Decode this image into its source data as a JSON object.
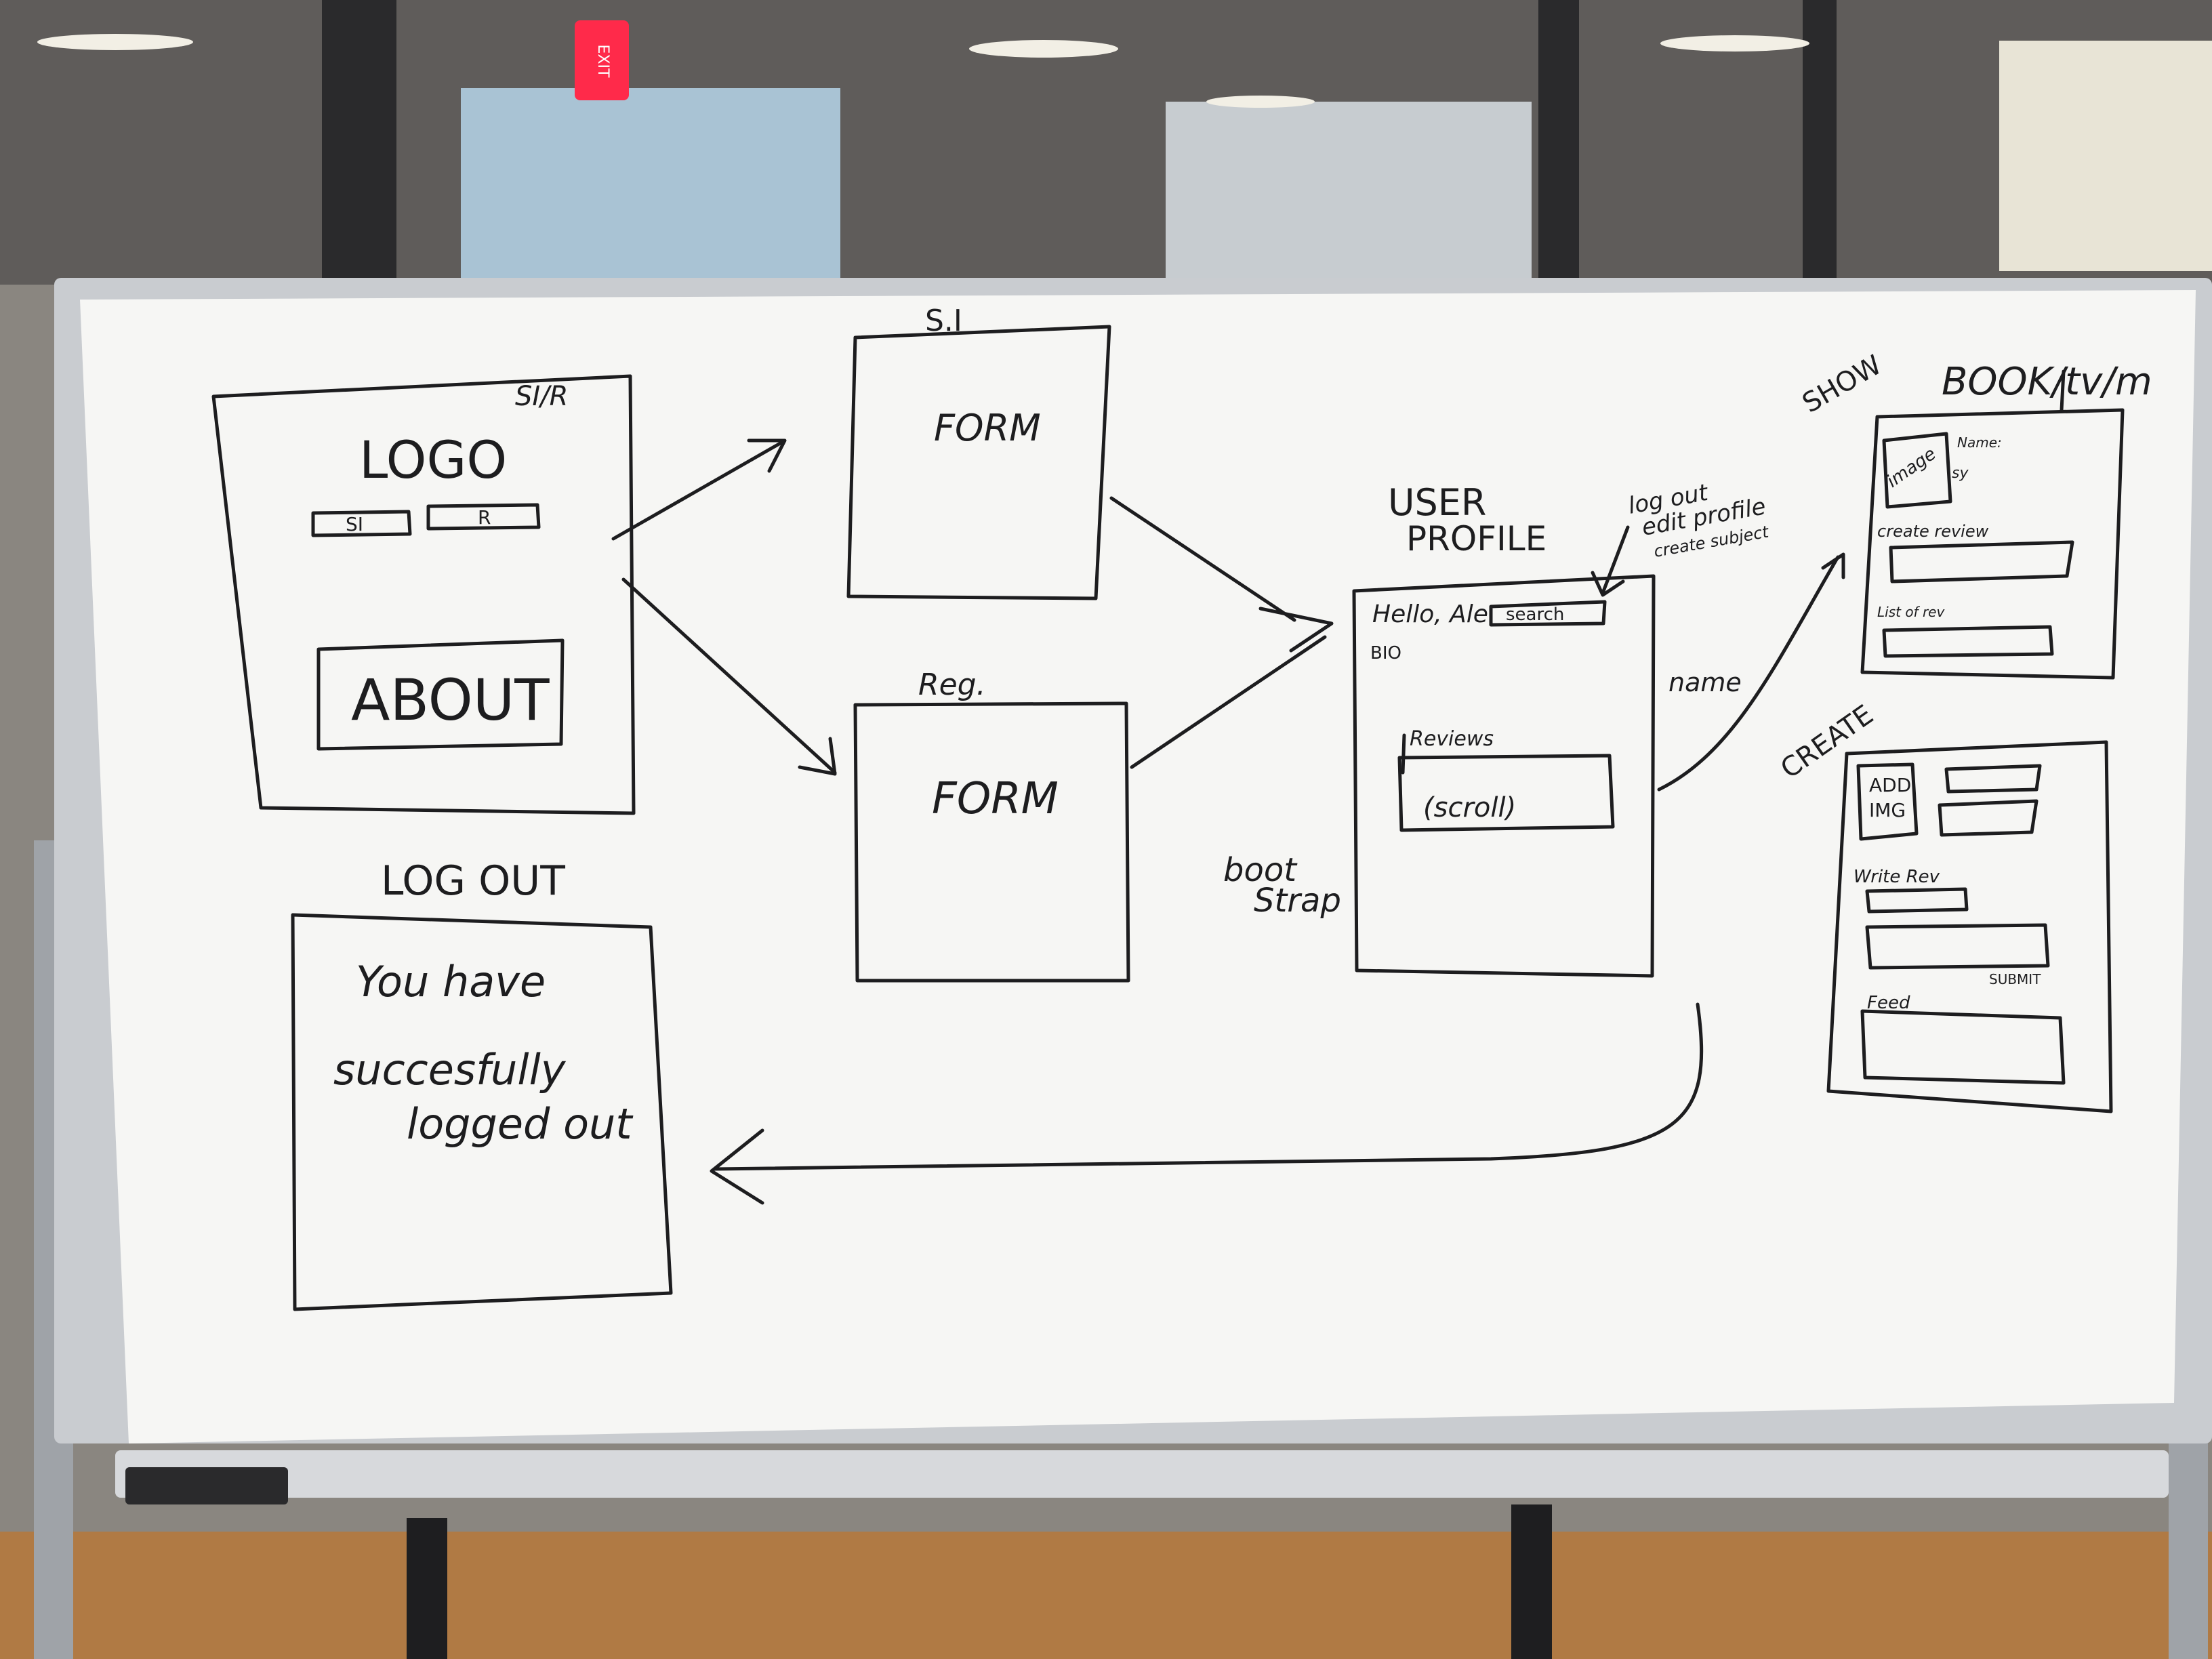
{
  "colors": {
    "board": "#f6f6f4",
    "frame": "#c9ccd0",
    "marker": "#1d1d1f",
    "floor": "#b07a44",
    "window": "#6f6b68",
    "exit_sign": "#ff2a4a"
  },
  "exit_sign": "EXIT",
  "landing": {
    "corner_label": "SI/R",
    "logo": "LOGO",
    "btn_si": "SI",
    "btn_r": "R",
    "about": "ABOUT"
  },
  "signin": {
    "label": "S.I",
    "form": "FORM"
  },
  "register": {
    "label": "Reg.",
    "form": "FORM"
  },
  "logout": {
    "title": "LOG OUT",
    "line1": "You have",
    "line2": "succesfully",
    "line3": "logged out"
  },
  "profile": {
    "title1": "USER",
    "title2": "PROFILE",
    "note1": "log out",
    "note2": "edit profile",
    "note3": "create subject",
    "hello": "Hello, Ale",
    "search": "search",
    "bio": "BIO",
    "reviews": "Reviews",
    "scroll": "(scroll)",
    "side_note": "name",
    "bootstrap1": "boot",
    "bootstrap2": "Strap"
  },
  "show": {
    "label": "SHOW",
    "title": "BOOK/tv/m",
    "image": "image",
    "name": "Name:",
    "sy": "sy",
    "create_review": "create review",
    "list": "List of rev"
  },
  "create": {
    "label": "CREATE",
    "add_img1": "ADD",
    "add_img2": "IMG",
    "write_rev": "Write Rev",
    "submit": "SUBMIT",
    "feed": "Feed"
  }
}
